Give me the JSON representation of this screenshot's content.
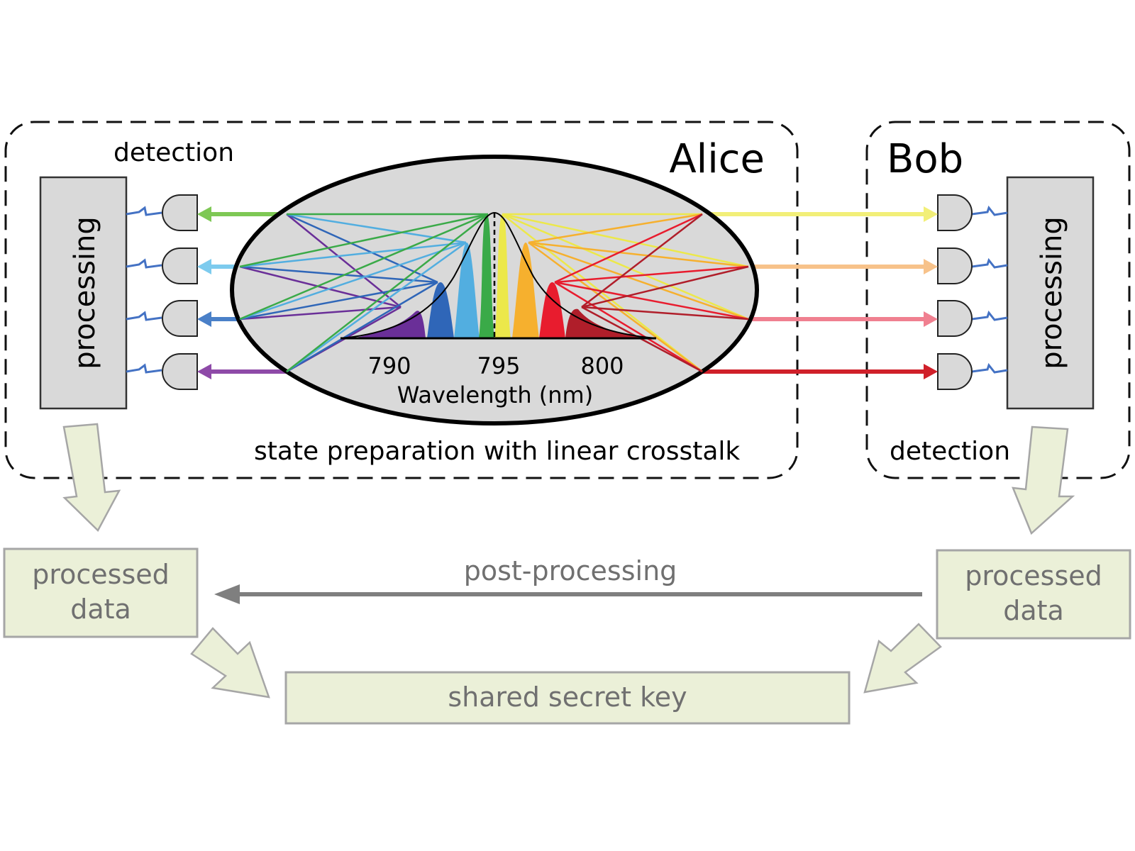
{
  "alice": {
    "label": "Alice",
    "detection_label": "detection",
    "processing_label": "processing",
    "state_prep_label": "state preparation with linear crosstalk",
    "processed_label_1": "processed",
    "processed_label_2": "data"
  },
  "bob": {
    "label": "Bob",
    "detection_label": "detection",
    "processing_label": "processing",
    "processed_label_1": "processed",
    "processed_label_2": "data"
  },
  "post_processing_label": "post-processing",
  "shared_key_label": "shared secret key",
  "spectrum": {
    "tick_labels": [
      "790",
      "795",
      "800"
    ],
    "axis_label": "Wavelength (nm)"
  },
  "colors": {
    "alice_channels": [
      "#7ec855",
      "#7dcbee",
      "#4a80c8",
      "#8e4aa8"
    ],
    "bob_channels": [
      "#f2ef78",
      "#f7c28a",
      "#f08090",
      "#d0202a"
    ],
    "peaks": [
      "#6a2f98",
      "#2f66b8",
      "#52aee0",
      "#3aaa48",
      "#ece84a",
      "#f6b02e",
      "#e81c2e",
      "#b01e2a"
    ],
    "frame": "#111111",
    "result_box_fill": "#ebf0d8",
    "result_box_stroke": "#a6a6a6"
  }
}
